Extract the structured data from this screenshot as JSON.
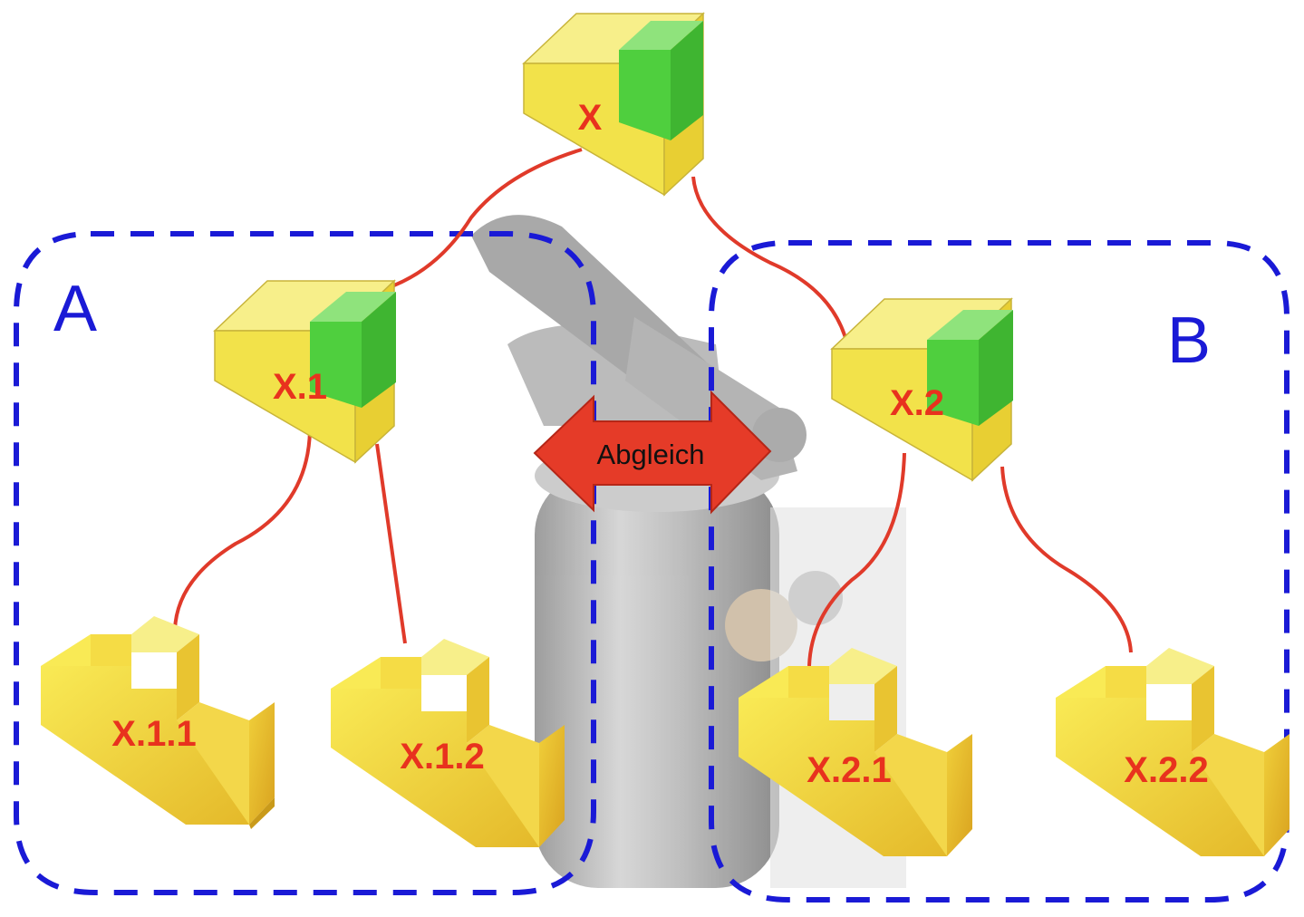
{
  "diagram": {
    "groups": [
      {
        "id": "group-a",
        "label": "A"
      },
      {
        "id": "group-b",
        "label": "B"
      }
    ],
    "nodes": [
      {
        "id": "x",
        "label": "X",
        "kind": "assembly"
      },
      {
        "id": "x1",
        "label": "X.1",
        "kind": "assembly"
      },
      {
        "id": "x2",
        "label": "X.2",
        "kind": "assembly"
      },
      {
        "id": "x11",
        "label": "X.1.1",
        "kind": "part"
      },
      {
        "id": "x12",
        "label": "X.1.2",
        "kind": "part"
      },
      {
        "id": "x21",
        "label": "X.2.1",
        "kind": "part"
      },
      {
        "id": "x22",
        "label": "X.2.2",
        "kind": "part"
      }
    ],
    "edges": [
      [
        "x",
        "x1"
      ],
      [
        "x",
        "x2"
      ],
      [
        "x1",
        "x11"
      ],
      [
        "x1",
        "x12"
      ],
      [
        "x2",
        "x21"
      ],
      [
        "x2",
        "x22"
      ]
    ],
    "arrow": {
      "label": "Abgleich"
    },
    "colors": {
      "group_border": "#1a1ad6",
      "edge": "#e03a2a",
      "node_label": "#e8321e",
      "yellow": "#f2e24a",
      "green": "#4fcf3e",
      "arrow": "#e53b28"
    }
  }
}
